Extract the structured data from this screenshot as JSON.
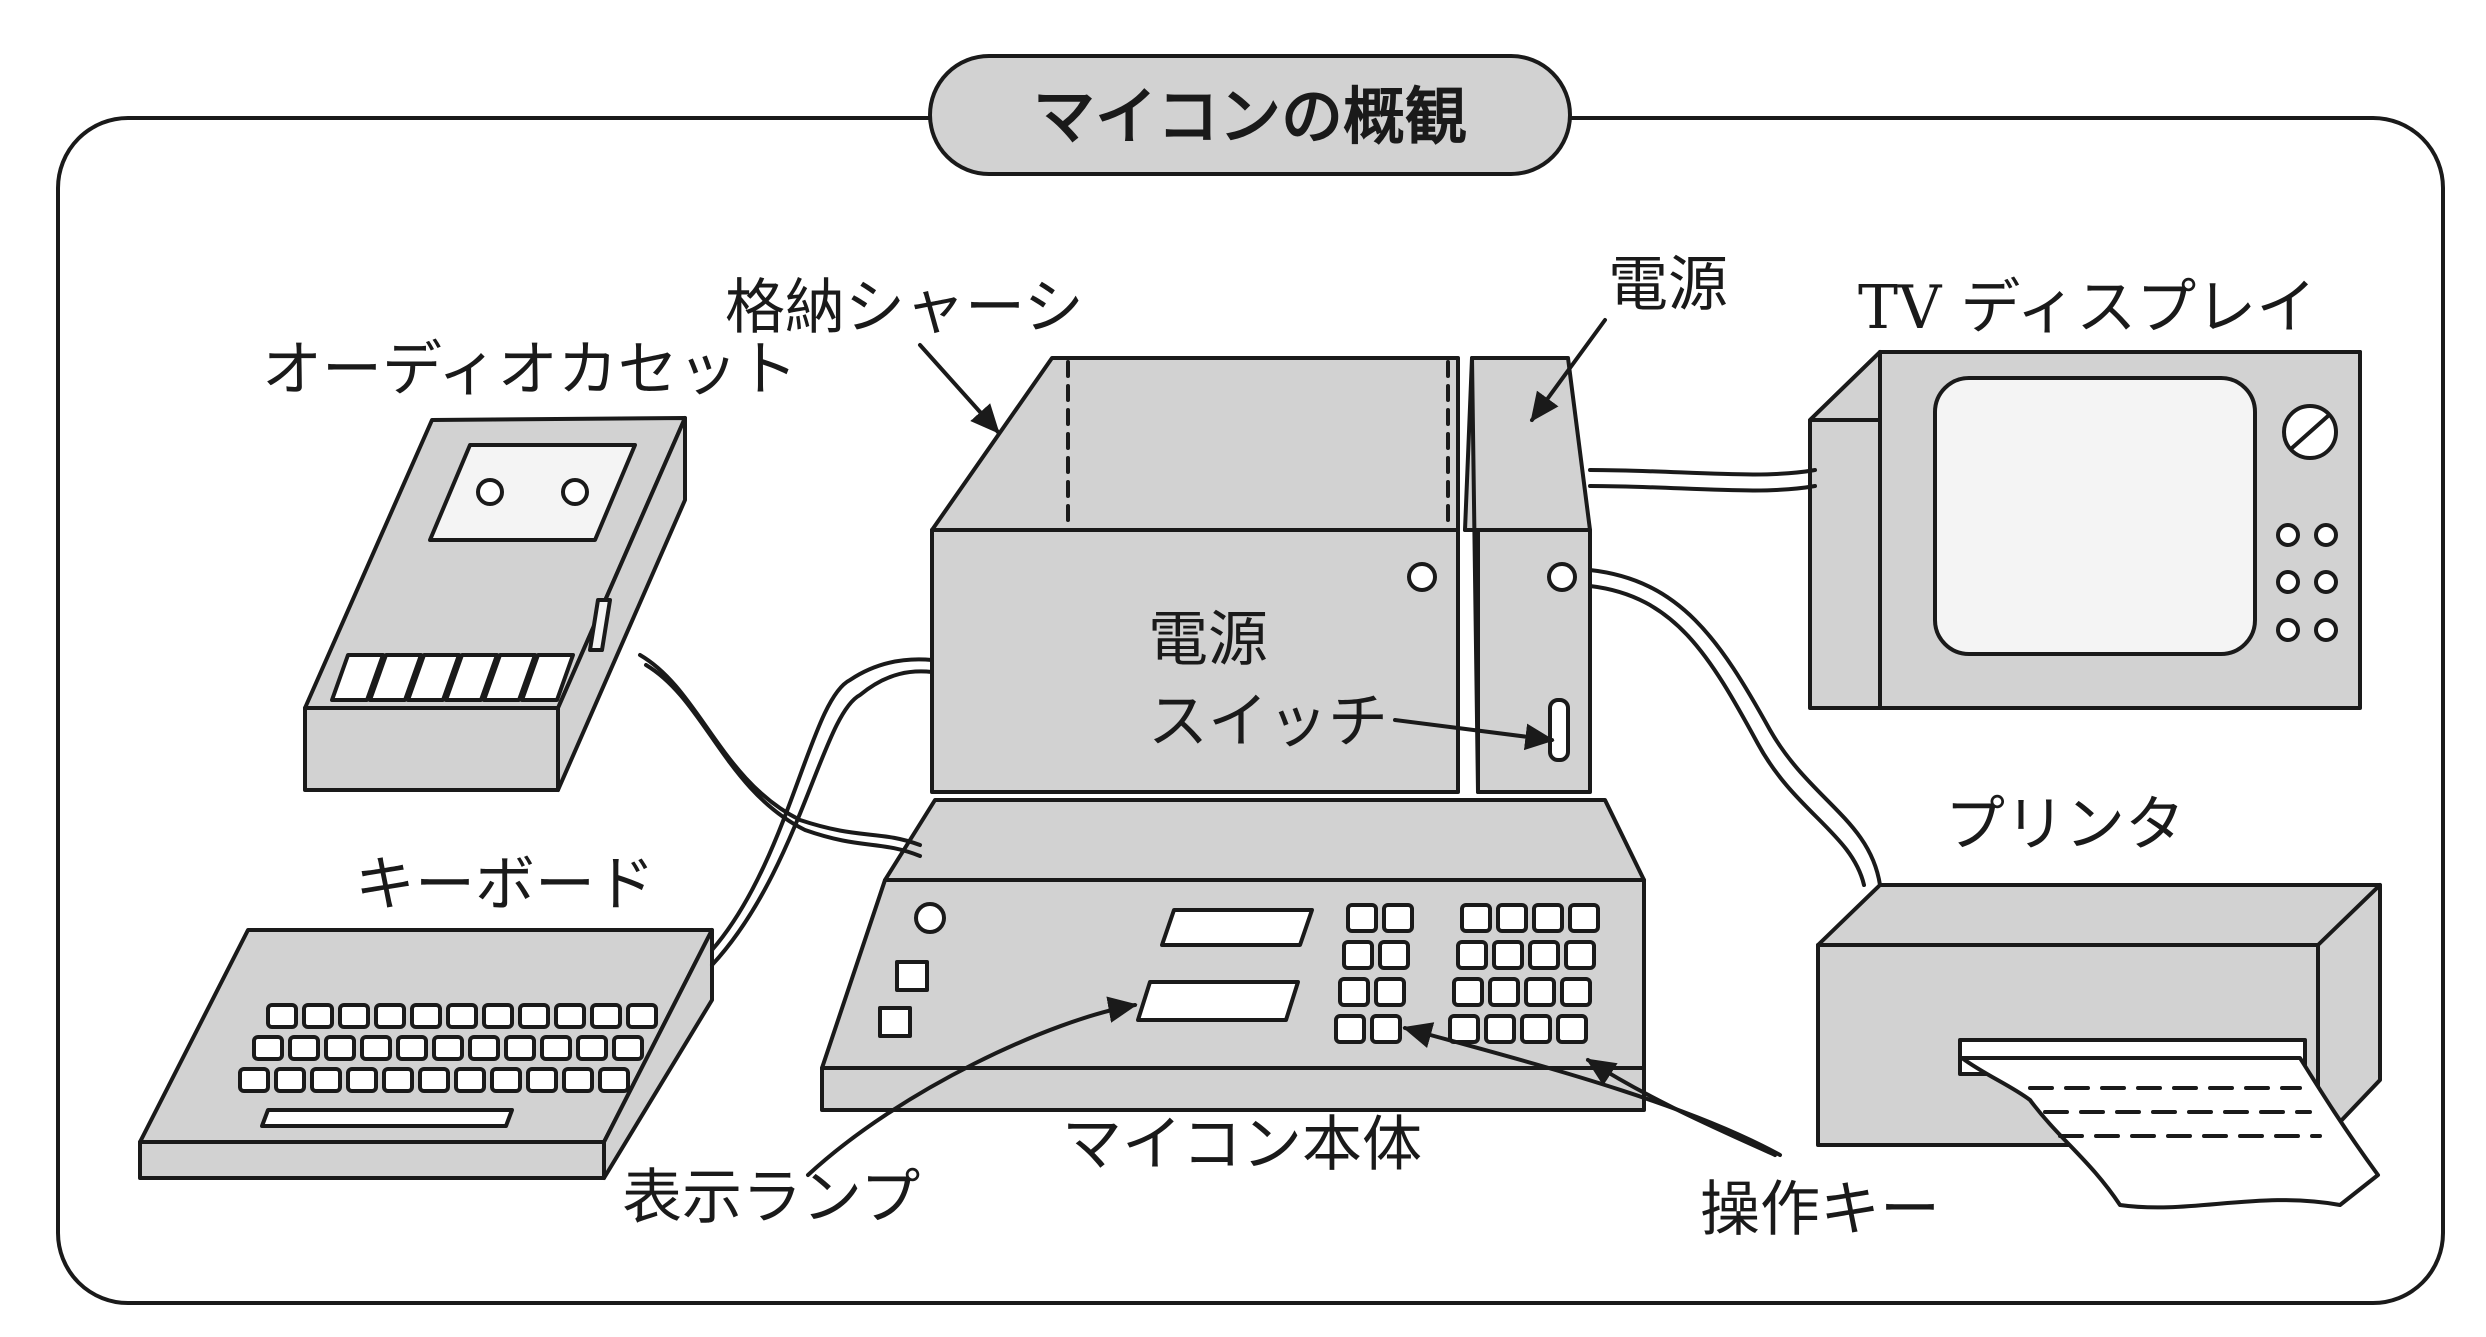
{
  "diagram": {
    "title": "マイコンの概観",
    "labels": {
      "chassis": "格納シャーシ",
      "power_top": "電源",
      "tv_display": "TV ディスプレイ",
      "audio_cassette": "オーディオカセット",
      "power_switch_line1": "電源",
      "power_switch_line2": "スイッチ",
      "keyboard": "キーボード",
      "printer": "プリンタ",
      "main_unit": "マイコン本体",
      "display_lamp": "表示ランプ",
      "operation_keys": "操作キー"
    },
    "colors": {
      "ink": "#1a1a1a",
      "body_fill": "#d2d2d2",
      "screen_fill": "#f4f4f4",
      "paper": "#ffffff"
    }
  }
}
